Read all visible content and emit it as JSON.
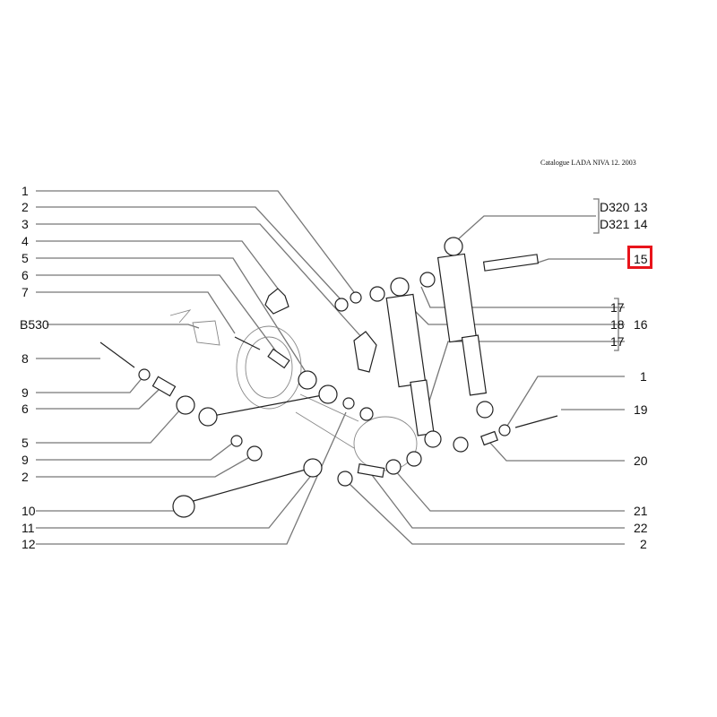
{
  "header": {
    "catalogue": "Catalogue LADA NIVA 12. 2003"
  },
  "left_labels": [
    "1",
    "2",
    "3",
    "4",
    "5",
    "6",
    "7",
    "B530",
    "8",
    "9",
    "6",
    "5",
    "9",
    "2",
    "10",
    "11",
    "12"
  ],
  "right_labels": {
    "d320": "D320",
    "n13": "13",
    "d321": "D321",
    "n14": "14",
    "n15": "15",
    "n17a": "17",
    "n18": "18",
    "n16": "16",
    "n17b": "17",
    "n1": "1",
    "n19": "19",
    "n20": "20",
    "n21": "21",
    "n22": "22",
    "n2": "2"
  },
  "highlight": {
    "label": "15",
    "color": "#e8141b"
  }
}
